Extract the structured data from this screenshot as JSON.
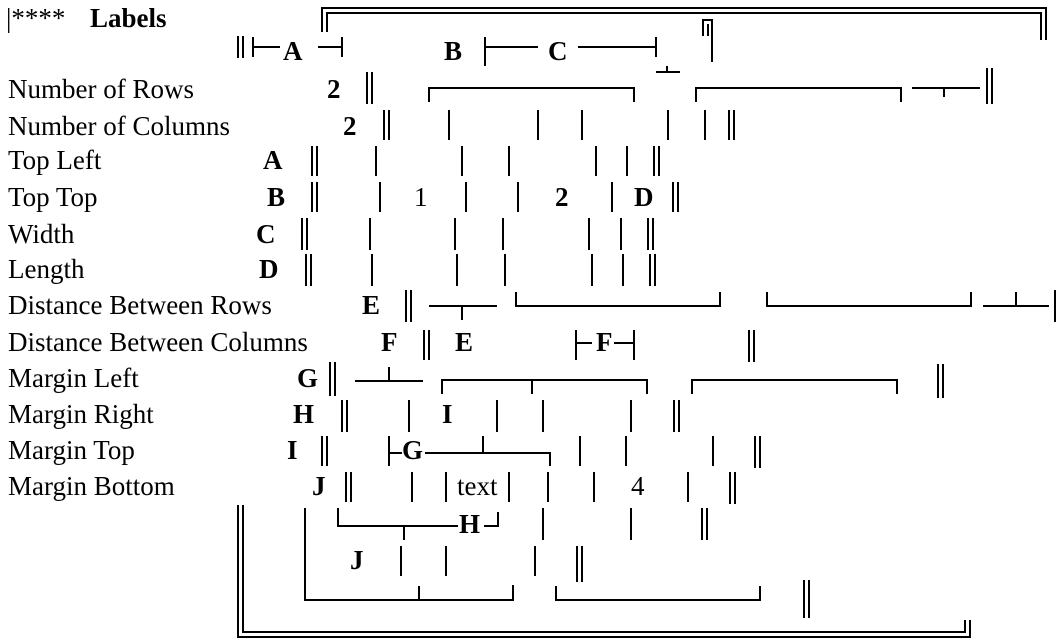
{
  "header": {
    "prefix": "|****",
    "title": "Labels"
  },
  "labels": [
    {
      "name": "Number of Rows",
      "value": "2"
    },
    {
      "name": "Number of Columns",
      "value": "2"
    },
    {
      "name": "Top Left",
      "value": "A"
    },
    {
      "name": "Top Top",
      "value": "B"
    },
    {
      "name": "Width",
      "value": "C"
    },
    {
      "name": "Length",
      "value": "D"
    },
    {
      "name": "Distance Between Rows",
      "value": "E"
    },
    {
      "name": "Distance Between Columns",
      "value": "F"
    },
    {
      "name": "Margin Left",
      "value": "G"
    },
    {
      "name": "Margin Right",
      "value": "H"
    },
    {
      "name": "Margin Top",
      "value": "I"
    },
    {
      "name": "Margin Bottom",
      "value": "J"
    }
  ],
  "diagram": {
    "markers": {
      "a": "A",
      "b": "B",
      "c": "C",
      "d": "D",
      "e": "E",
      "f": "F",
      "g": "G",
      "h": "H",
      "i": "I",
      "j": "J"
    },
    "cell_1": "1",
    "cell_2": "2",
    "cell_text": "text",
    "cell_4": "4"
  }
}
